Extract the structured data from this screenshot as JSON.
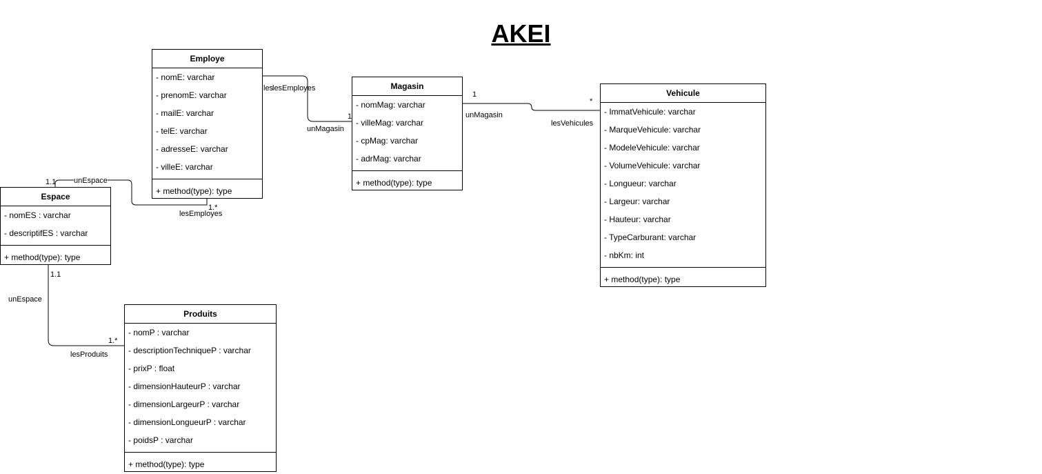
{
  "title": "AKEI",
  "classes": {
    "employe": {
      "name": "Employe",
      "attributes": [
        "- nomE: varchar",
        "- prenomE: varchar",
        "- mailE: varchar",
        "- telE: varchar",
        "- adresseE: varchar",
        "- villeE: varchar"
      ],
      "methods": [
        "+ method(type): type"
      ]
    },
    "magasin": {
      "name": "Magasin",
      "attributes": [
        "- nomMag: varchar",
        "- villeMag: varchar",
        "- cpMag: varchar",
        "- adrMag: varchar"
      ],
      "methods": [
        "+ method(type): type"
      ]
    },
    "vehicule": {
      "name": "Vehicule",
      "attributes": [
        "- ImmatVehicule: varchar",
        "- MarqueVehicule: varchar",
        "- ModeleVehicule: varchar",
        "- VolumeVehicule: varchar",
        "- Longueur: varchar",
        "- Largeur: varchar",
        "- Hauteur: varchar",
        "- TypeCarburant: varchar",
        "- nbKm: int"
      ],
      "methods": [
        "+ method(type): type"
      ]
    },
    "espace": {
      "name": "Espace",
      "attributes": [
        "- nomES : varchar",
        "- descriptifES : varchar"
      ],
      "methods": [
        "+ method(type): type"
      ]
    },
    "produits": {
      "name": "Produits",
      "attributes": [
        "- nomP : varchar",
        "- descriptionTechniqueP : varchar",
        "- prixP : float",
        "- dimensionHauteurP : varchar",
        "- dimensionLargeurP : varchar",
        "- dimensionLongueurP : varchar",
        "- poidsP : varchar"
      ],
      "methods": [
        "+ method(type): type"
      ]
    }
  },
  "associations": {
    "employe_magasin": {
      "role_employe": "lesEmployes",
      "role_magasin": "unMagasin",
      "mult_magasin": "1",
      "mult_employe_cut": "les"
    },
    "magasin_vehicule": {
      "mult_magasin": "1",
      "role_magasin": "unMagasin",
      "mult_vehicule": "*",
      "role_vehicule": "lesVehicules"
    },
    "espace_employe": {
      "mult_espace": "1.1",
      "role_espace": "unEspace",
      "mult_employe": "1.*",
      "role_employe": "lesEmployes"
    },
    "espace_produits": {
      "mult_espace": "1.1",
      "role_espace": "unEspace",
      "mult_produits": "1.*",
      "role_produits": "lesProduits"
    }
  }
}
